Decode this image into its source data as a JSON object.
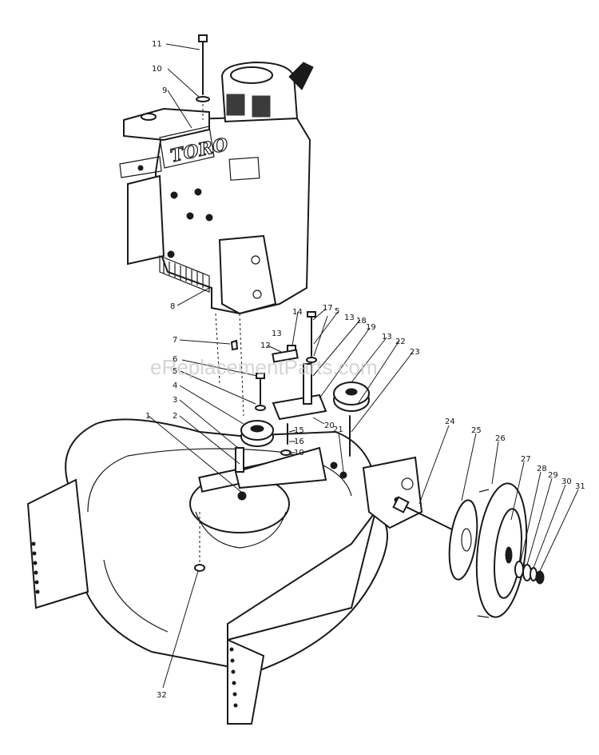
{
  "watermark": "eReplacementParts.com",
  "engine_logo": "TORO",
  "callouts": [
    {
      "id": "c11",
      "label": "11"
    },
    {
      "id": "c10a",
      "label": "10"
    },
    {
      "id": "c9",
      "label": "9"
    },
    {
      "id": "c8",
      "label": "8"
    },
    {
      "id": "c7",
      "label": "7"
    },
    {
      "id": "c6",
      "label": "6"
    },
    {
      "id": "c5a",
      "label": "5"
    },
    {
      "id": "c4",
      "label": "4"
    },
    {
      "id": "c3",
      "label": "3"
    },
    {
      "id": "c2",
      "label": "2"
    },
    {
      "id": "c1",
      "label": "1"
    },
    {
      "id": "c17",
      "label": "17"
    },
    {
      "id": "c5b",
      "label": "5"
    },
    {
      "id": "c14",
      "label": "14"
    },
    {
      "id": "c13a",
      "label": "13"
    },
    {
      "id": "c13b",
      "label": "13"
    },
    {
      "id": "c18",
      "label": "18"
    },
    {
      "id": "c19",
      "label": "19"
    },
    {
      "id": "c13c",
      "label": "13"
    },
    {
      "id": "c22",
      "label": "22"
    },
    {
      "id": "c23",
      "label": "23"
    },
    {
      "id": "c12",
      "label": "12"
    },
    {
      "id": "c20",
      "label": "20"
    },
    {
      "id": "c21",
      "label": "21"
    },
    {
      "id": "c15",
      "label": "15"
    },
    {
      "id": "c16",
      "label": "16"
    },
    {
      "id": "c10b",
      "label": "10"
    },
    {
      "id": "c24",
      "label": "24"
    },
    {
      "id": "c25",
      "label": "25"
    },
    {
      "id": "c26",
      "label": "26"
    },
    {
      "id": "c27",
      "label": "27"
    },
    {
      "id": "c28",
      "label": "28"
    },
    {
      "id": "c29",
      "label": "29"
    },
    {
      "id": "c30",
      "label": "30"
    },
    {
      "id": "c31",
      "label": "31"
    },
    {
      "id": "c32",
      "label": "32"
    }
  ]
}
